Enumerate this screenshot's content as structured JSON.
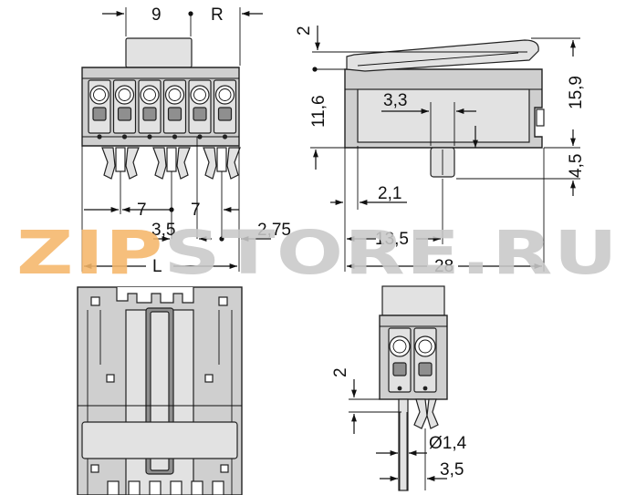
{
  "watermark": {
    "text": "ZIPSTORE.RU",
    "colors": {
      "orange": "#f5b76a",
      "gray": "#c9c9c9"
    }
  },
  "front_view": {
    "dims": {
      "pitch_top": "9",
      "r": "R",
      "seven_a": "7",
      "seven_b": "7",
      "three_five": "3,5",
      "two_75": "2,75",
      "length": "L"
    },
    "terminals": 6
  },
  "side_view": {
    "dims": {
      "two": "2",
      "eleven_6": "11,6",
      "three_3": "3,3",
      "fifteen_9": "15,9",
      "four_5": "4,5",
      "two_1": "2,1",
      "thirteen_5": "13,5",
      "twenty_eight": "28"
    }
  },
  "top_view": {},
  "end_view": {
    "dims": {
      "two": "2",
      "diameter": "Ø1,4",
      "three_five": "3,5"
    },
    "terminals": 2
  }
}
